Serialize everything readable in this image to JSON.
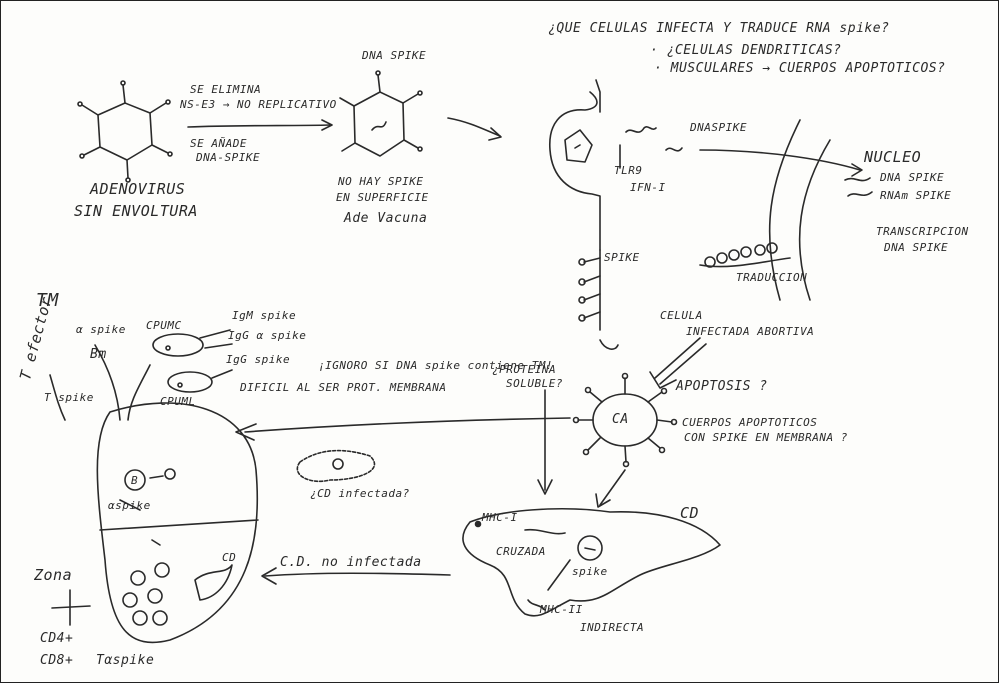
{
  "colors": {
    "ink": "#2a2a2a",
    "paper": "#fdfdfb"
  },
  "top_right": {
    "question": "¿QUE CELULAS INFECTA Y TRADUCE RNA spike?",
    "option1": "· ¿CELULAS DENDRITICAS?",
    "option2": "· MUSCULARES → CUERPOS APOPTOTICOS?"
  },
  "adenovirus": {
    "label1": "ADENOVIRUS",
    "label2": "SIN ENVOLTURA",
    "arrow_top1": "SE ELIMINA",
    "arrow_top2": "NS-E3 → NO REPLICATIVO",
    "arrow_bottom1": "SE AÑADE",
    "arrow_bottom2": "DNA-SPIKE",
    "dna_spike": "DNA SPIKE",
    "no_spike1": "NO HAY SPIKE",
    "no_spike2": "EN SUPERFICIE",
    "vaccine": "Ade Vacuna"
  },
  "cell_top": {
    "dna_spike": "DNASPIKE",
    "tlr": "TLR9",
    "ifn": "IFN-I",
    "nucleo": "NUCLEO",
    "nuc_dna": "DNA SPIKE",
    "nuc_rna": "RNAm SPIKE",
    "transcripcion1": "TRANSCRIPCION",
    "transcripcion2": "DNA SPIKE",
    "traduccion": "TRADUCCION",
    "spike": "SPIKE",
    "abortiva1": "CELULA",
    "abortiva2": "INFECTADA ABORTIVA",
    "apoptosis": "APOPTOSIS ?"
  },
  "apoptotic": {
    "ca": "CA",
    "label1": "CUERPOS APOPTOTICOS",
    "label2": "CON SPIKE EN MEMBRANA ?",
    "proteina1": "¿PROTEINA",
    "proteina2": "SOLUBLE?"
  },
  "cd": {
    "label": "CD",
    "mhc1": "MHC-I",
    "cruzada": "CRUZADA",
    "spike": "spike",
    "mhc2": "MHC-II",
    "indirecta": "INDIRECTA",
    "no_infectada": "C.D. no infectada",
    "cd_infectada": "¿CD infectada?"
  },
  "left": {
    "tm": "TM",
    "tefector": "T efector",
    "tspike": "T spike",
    "aspike": "α spike",
    "bm": "Bm",
    "cpumc": "CPUMC",
    "cpuml": "CPUML",
    "igm": "IgM spike",
    "igg_a": "IgG α spike",
    "igg_b": "IgG spike",
    "ignoro": "¡IGNORO SI DNA spike contiene TM!",
    "dificil": "DIFICIL AL SER PROT. MEMBRANA",
    "b": "B",
    "aspike_inner": "αspike",
    "cd_inner": "CD",
    "zona": "Zona",
    "cd4": "CD4+",
    "cd8": "CD8+",
    "taspike": "Tαspike"
  }
}
